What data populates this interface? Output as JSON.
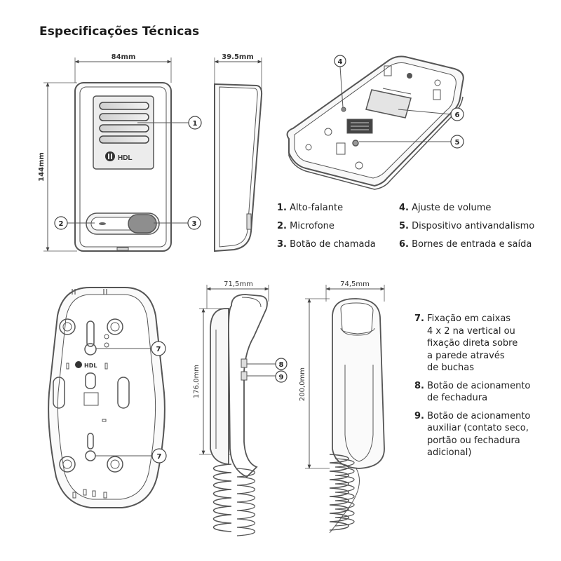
{
  "title": "Especificações Técnicas",
  "dimensions": {
    "front_width": "84mm",
    "side_depth": "39.5mm",
    "front_height": "144mm",
    "handset1_width": "71,5mm",
    "handset1_height": "176,0mm",
    "handset2_width": "74,5mm",
    "handset2_height": "200,0mm"
  },
  "brand": "HDL",
  "callouts": [
    "1",
    "2",
    "3",
    "4",
    "5",
    "6",
    "7",
    "8",
    "9"
  ],
  "legend": [
    {
      "num": "1.",
      "text": "Alto-falante"
    },
    {
      "num": "2.",
      "text": "Microfone"
    },
    {
      "num": "3.",
      "text": "Botão de chamada"
    },
    {
      "num": "4.",
      "text": "Ajuste de volume"
    },
    {
      "num": "5.",
      "text": "Dispositivo antivandalismo"
    },
    {
      "num": "6.",
      "text": "Bornes de entrada e saída"
    }
  ],
  "notes": [
    {
      "num": "7.",
      "text": "Fixação em caixas\n4 x 2 na vertical ou\nfixação direta sobre\na parede através\nde buchas"
    },
    {
      "num": "8.",
      "text": "Botão de acionamento\nde fechadura"
    },
    {
      "num": "9.",
      "text": "Botão de acionamento\nauxiliar (contato seco,\nportão ou fechadura\nadicional)"
    }
  ]
}
